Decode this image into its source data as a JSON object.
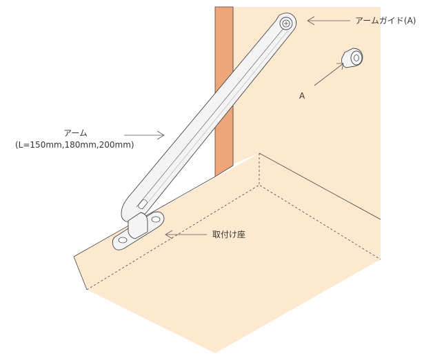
{
  "labels": {
    "arm_guide": "アームガイド(A)",
    "part_a": "A",
    "arm_title": "アーム",
    "arm_lengths": "(L=150mm,180mm,200mm)",
    "mount_base": "取付け座"
  },
  "colors": {
    "surface": "#fde9cf",
    "door_edge": "#eea57a",
    "line": "#444444",
    "arrow": "#555555",
    "metal": "#f4f4f4"
  }
}
